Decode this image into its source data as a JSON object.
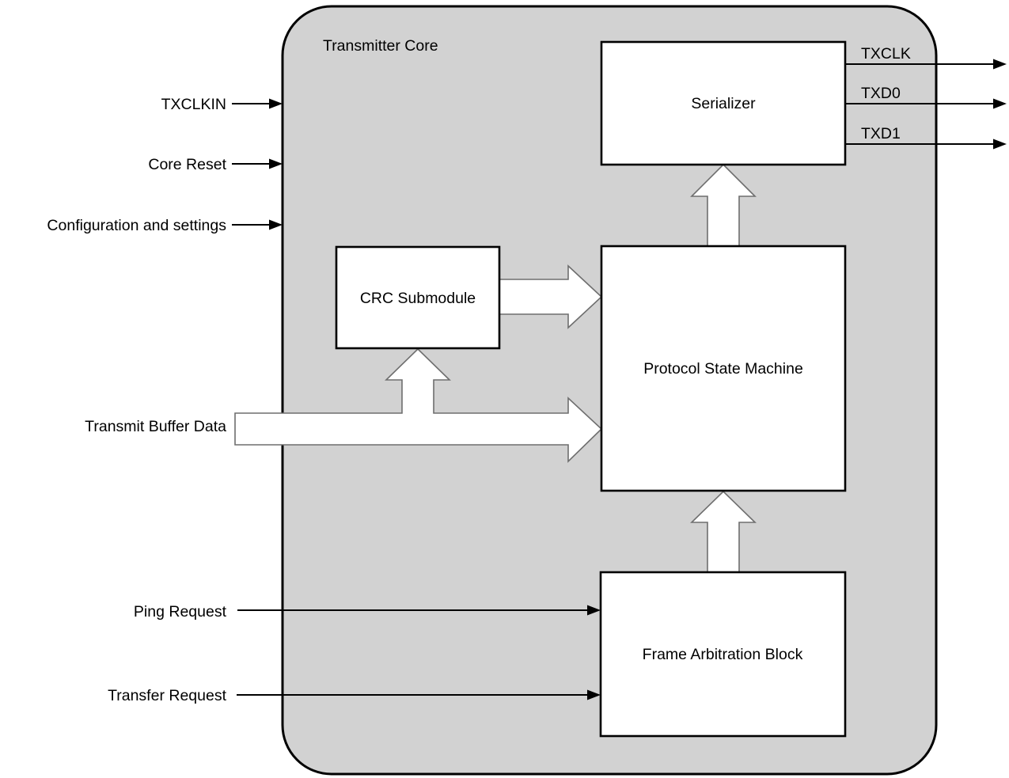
{
  "diagram": {
    "title": "Transmitter Core",
    "blocks": {
      "serializer": "Serializer",
      "crc": "CRC Submodule",
      "psm": "Protocol State Machine",
      "fab": "Frame Arbitration Block"
    },
    "inputs": {
      "txclkin": "TXCLKIN",
      "core_reset": "Core Reset",
      "config": "Configuration and settings",
      "tx_buffer": "Transmit Buffer Data",
      "ping": "Ping Request",
      "transfer": "Transfer Request"
    },
    "outputs": {
      "txclk": "TXCLK",
      "txd0": "TXD0",
      "txd1": "TXD1"
    },
    "colors": {
      "container_fill": "#d2d2d2",
      "block_fill": "#ffffff",
      "line": "#000000",
      "block_arrow_outline": "#6e6e6e"
    }
  }
}
